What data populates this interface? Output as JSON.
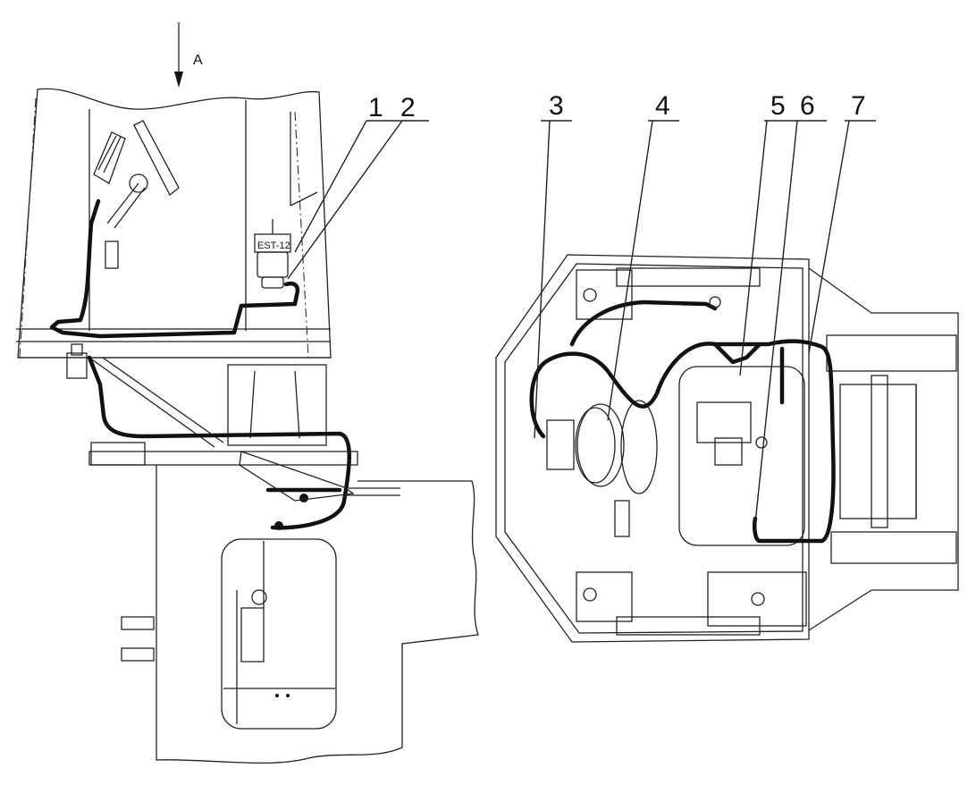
{
  "view_marker": "A",
  "component_label": "EST-12",
  "callouts": [
    {
      "id": "1",
      "text": "1"
    },
    {
      "id": "2",
      "text": "2"
    },
    {
      "id": "3",
      "text": "3"
    },
    {
      "id": "4",
      "text": "4"
    },
    {
      "id": "5",
      "text": "5"
    },
    {
      "id": "6",
      "text": "6"
    },
    {
      "id": "7",
      "text": "7"
    }
  ]
}
